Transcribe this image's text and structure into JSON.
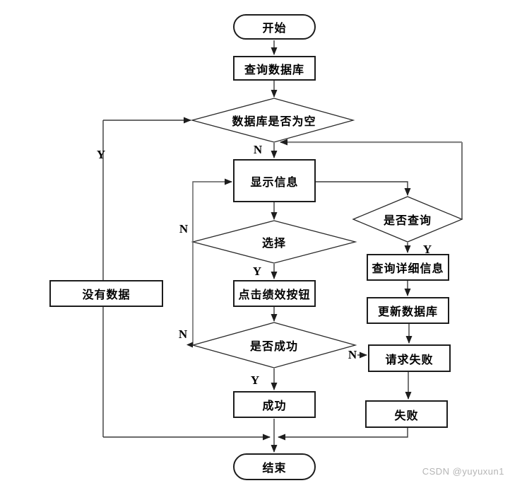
{
  "title": "flowchart",
  "colors": {
    "line": "#3a3a3a",
    "gray_line": "#858585",
    "border": "#1d1d1d",
    "text": "#000000",
    "watermark_text": "#b5b5b5",
    "background": "#ffffff"
  },
  "nodes": {
    "start": {
      "label": "开始",
      "type": "terminator"
    },
    "query_db": {
      "label": "查询数据库",
      "type": "process"
    },
    "db_empty": {
      "label": "数据库是否为空",
      "type": "decision"
    },
    "show_info": {
      "label": "显示信息",
      "type": "process"
    },
    "is_query": {
      "label": "是否查询",
      "type": "decision"
    },
    "select": {
      "label": "选择",
      "type": "decision"
    },
    "query_detail": {
      "label": "查询详细信息",
      "type": "process"
    },
    "click_perf": {
      "label": "点击绩效按钮",
      "type": "process"
    },
    "update_db": {
      "label": "更新数据库",
      "type": "process"
    },
    "is_success": {
      "label": "是否成功",
      "type": "decision"
    },
    "request_fail": {
      "label": "请求失败",
      "type": "process"
    },
    "no_data": {
      "label": "没有数据",
      "type": "process"
    },
    "success": {
      "label": "成功",
      "type": "process"
    },
    "fail": {
      "label": "失败",
      "type": "process"
    },
    "end": {
      "label": "结束",
      "type": "terminator"
    }
  },
  "branch_labels": {
    "db_empty_n": "N",
    "db_empty_y": "Y",
    "select_n": "N",
    "select_y": "Y",
    "is_success_n_left": "N",
    "is_success_y": "Y",
    "is_success_n_right": "N",
    "is_query_y": "Y"
  },
  "watermark": "CSDN @yuyuxun1"
}
